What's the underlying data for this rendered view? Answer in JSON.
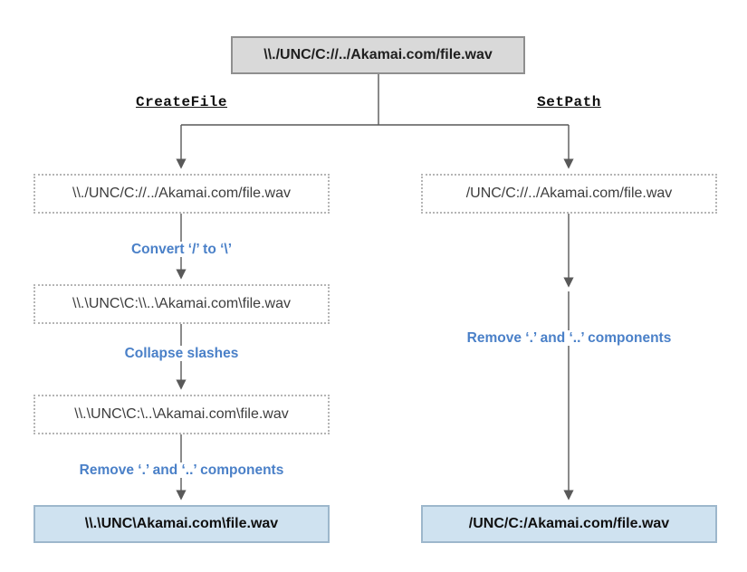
{
  "diagram_title": "path-normalization-flow",
  "colors": {
    "accent_blue": "#4a80c8",
    "root_box_fill": "#d9d9d9",
    "final_box_fill": "#cfe2f0",
    "dotted_border": "#b5b5b5",
    "line": "#595959"
  },
  "root": {
    "text": "\\\\./UNC/C://../Akamai.com/file.wav"
  },
  "branches": {
    "left": "CreateFile",
    "right": "SetPath"
  },
  "left_flow": {
    "step1": "\\\\./UNC/C://../Akamai.com/file.wav",
    "op1": "Convert ‘/’ to ‘\\’",
    "step2": "\\\\.\\UNC\\C:\\\\..\\Akamai.com\\file.wav",
    "op2": "Collapse slashes",
    "step3": "\\\\.\\UNC\\C:\\..\\Akamai.com\\file.wav",
    "op3": "Remove ‘.’ and ‘..’ components",
    "result": "\\\\.\\UNC\\Akamai.com\\file.wav"
  },
  "right_flow": {
    "step1": "/UNC/C://../Akamai.com/file.wav",
    "op1": "Remove ‘.’ and ‘..’ components",
    "result": "/UNC/C:/Akamai.com/file.wav"
  }
}
